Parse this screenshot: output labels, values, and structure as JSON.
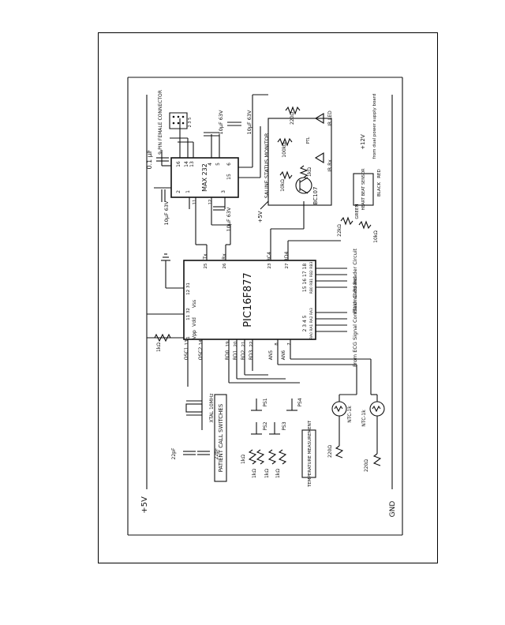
{
  "mcu": {
    "part": "PIC16F877",
    "pins_left": {
      "vss": "Vss",
      "p12_31": "12 31",
      "p11_32": "11 32",
      "vdd": "Vdd",
      "mclr": "1",
      "vpp": "Vpp",
      "osc1_num": "13",
      "osc2_num": "14"
    },
    "osc1": "OSC1",
    "osc2": "OSC2",
    "tx": "Tx",
    "rx": "Rx",
    "tx_num": "25",
    "rx_num": "26",
    "rc4": "RC4",
    "rc4_num": "23",
    "rd4": "RD4",
    "rd4_num": "27",
    "pins_rd": [
      "RD0",
      "RD1",
      "RD2",
      "RD3"
    ],
    "pins_rd_nums": [
      "19",
      "20",
      "21",
      "22"
    ],
    "ra_nums": "2 3 4 5",
    "ra_label": "RA0 RA1 RA2 RA3",
    "rb_nums": "15 16 17 18",
    "rb_label": "RB0 RB1 RB2 RB3",
    "an5": "AN5",
    "an6": "AN6",
    "an5_num": "8",
    "an6_num": "7"
  },
  "max232": {
    "part": "MAX 232",
    "pins": {
      "p1": "1",
      "p2": "2",
      "p3": "3",
      "p4": "4",
      "p5": "5",
      "p6": "6",
      "p11": "11",
      "p12": "12",
      "p13": "13",
      "p14": "14",
      "p15": "15",
      "p16": "16"
    }
  },
  "connector": {
    "label": "9-PIN FEMALE CONNECTOR",
    "pins": "2 3 5"
  },
  "capacitors": {
    "c01uf": "0.1 μF",
    "c10uf_a": "10μF 63V",
    "c10uf_b": "10μF 63V",
    "c10uf_c": "10μF 63V",
    "c10uf_d": "10μF 63V",
    "c22pf_a": "22pF",
    "c22pf_b": "22pF"
  },
  "crystal": {
    "label": "XTAL 10MHz"
  },
  "resistors": {
    "r1k_mclr": "1kΩ",
    "r220_led": "220Ω",
    "r100k": "100kΩ",
    "r10k_q": "10kΩ",
    "r1k_q": "1kΩ",
    "r22k": "22kΩ",
    "r10k_s": "10kΩ",
    "r1k_a": "1kΩ",
    "r1k_b": "1kΩ",
    "r1k_c": "1kΩ",
    "r1k_d": "1kΩ",
    "r220_t1": "220Ω",
    "r220_t2": "220Ω"
  },
  "transistor": {
    "label": "BC107"
  },
  "saline_monitor": {
    "label": "SALINE STATUS MONITOR"
  },
  "led": {
    "label": "IR LED"
  },
  "ir_rx": {
    "label": "IR Rx"
  },
  "opto": {
    "label": "PTL"
  },
  "heartbeat": {
    "label": "HEART BEAT SENSOR",
    "wires": [
      "RED",
      "GREEN",
      "BLACK"
    ]
  },
  "supply": {
    "v5_top": "+5V",
    "v12": "+12V",
    "v12_note": "from dual power supply board",
    "v5_left": "+5V",
    "gnd": "GND"
  },
  "switches": {
    "block_label": "PATIENT CALL SWITCHES",
    "labels": [
      "PS1",
      "PS2",
      "PS3",
      "PS4"
    ]
  },
  "temperature": {
    "block_label": "TEMPERATURE MEASUREMENT",
    "ntc1": "NTC-1k",
    "ntc2": "NTC-1k"
  },
  "notes": {
    "ecg": "From ECG Signal Conditional Board",
    "flash": "Flash Card Reader Circuit"
  }
}
